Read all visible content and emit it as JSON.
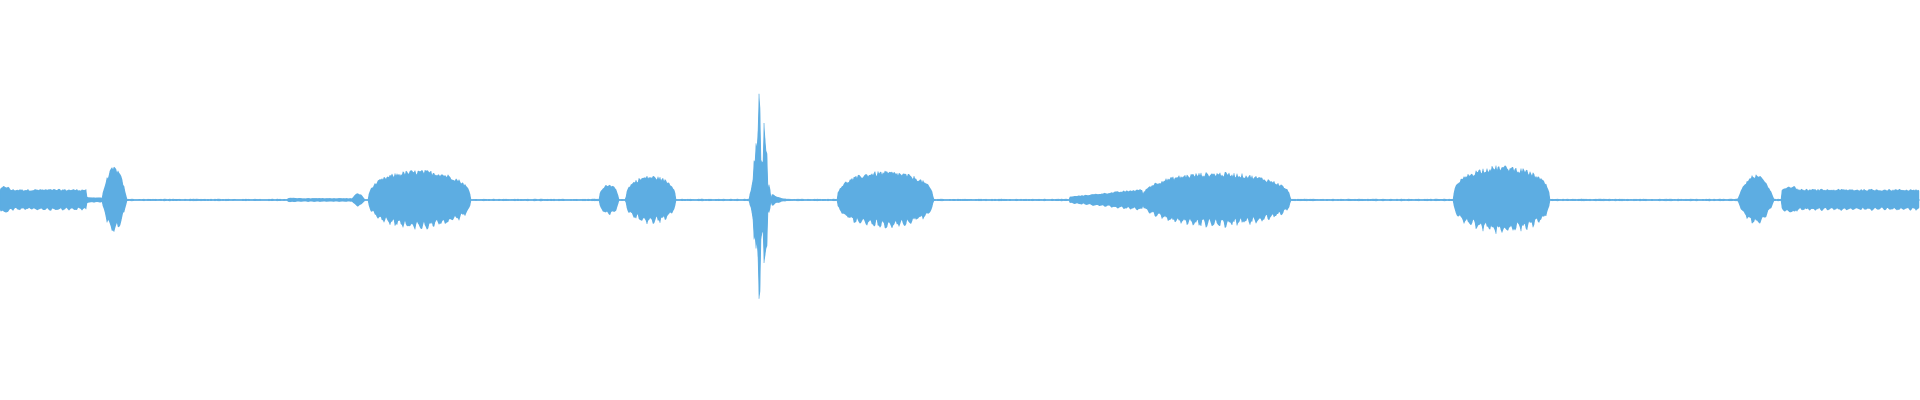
{
  "waveform": {
    "color": "#5dade2",
    "background": "#ffffff",
    "noise_amplitude": 0.006,
    "segments": [
      {
        "start": 0.0,
        "end": 0.045,
        "amplitude": 0.13,
        "shape": "flat"
      },
      {
        "start": 0.045,
        "end": 0.053,
        "amplitude": 0.03,
        "shape": "flat"
      },
      {
        "start": 0.053,
        "end": 0.066,
        "amplitude": 0.3,
        "shape": "spike"
      },
      {
        "start": 0.15,
        "end": 0.183,
        "amplitude": 0.02,
        "shape": "flat"
      },
      {
        "start": 0.183,
        "end": 0.19,
        "amplitude": 0.06,
        "shape": "spike"
      },
      {
        "start": 0.192,
        "end": 0.245,
        "amplitude": 0.27,
        "shape": "hump"
      },
      {
        "start": 0.312,
        "end": 0.322,
        "amplitude": 0.14,
        "shape": "hump"
      },
      {
        "start": 0.326,
        "end": 0.352,
        "amplitude": 0.22,
        "shape": "hump"
      },
      {
        "start": 0.39,
        "end": 0.402,
        "amplitude": 1.0,
        "shape": "burst"
      },
      {
        "start": 0.402,
        "end": 0.418,
        "amplitude": 0.06,
        "shape": "decay"
      },
      {
        "start": 0.436,
        "end": 0.486,
        "amplitude": 0.26,
        "shape": "hump"
      },
      {
        "start": 0.557,
        "end": 0.595,
        "amplitude": 0.1,
        "shape": "ramp"
      },
      {
        "start": 0.595,
        "end": 0.672,
        "amplitude": 0.25,
        "shape": "hump"
      },
      {
        "start": 0.757,
        "end": 0.807,
        "amplitude": 0.31,
        "shape": "hump"
      },
      {
        "start": 0.905,
        "end": 0.924,
        "amplitude": 0.23,
        "shape": "spike"
      },
      {
        "start": 0.928,
        "end": 1.0,
        "amplitude": 0.13,
        "shape": "flat"
      }
    ]
  }
}
